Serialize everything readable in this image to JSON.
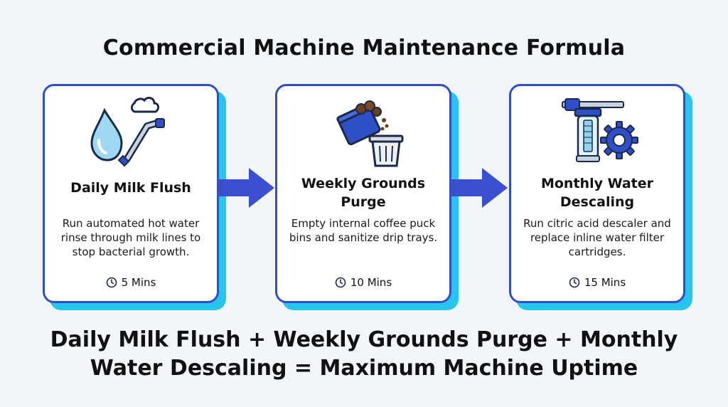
{
  "title": "Commercial Machine Maintenance Formula",
  "cards": [
    {
      "title": "Daily Milk Flush",
      "description": "Run automated hot water rinse through milk lines to stop bacterial growth.",
      "time": "5 Mins",
      "icon": "milk-steam-wand-icon"
    },
    {
      "title": "Weekly Grounds Purge",
      "description": "Empty internal coffee puck bins and sanitize drip trays.",
      "time": "10 Mins",
      "icon": "grounds-bin-icon"
    },
    {
      "title": "Monthly Water Descaling",
      "description": "Run citric acid descaler and replace inline water filter cartridges.",
      "time": "15 Mins",
      "icon": "water-filter-gear-icon"
    }
  ],
  "formula": {
    "line1": "Daily Milk Flush + Weekly Grounds Purge + Monthly",
    "line2": "Water Descaling = Maximum Machine Uptime"
  },
  "colors": {
    "card_border": "#2f4fc8",
    "card_shadow": "#27c4ee",
    "arrow": "#3a4fd0",
    "background": "#f2f6fa"
  }
}
